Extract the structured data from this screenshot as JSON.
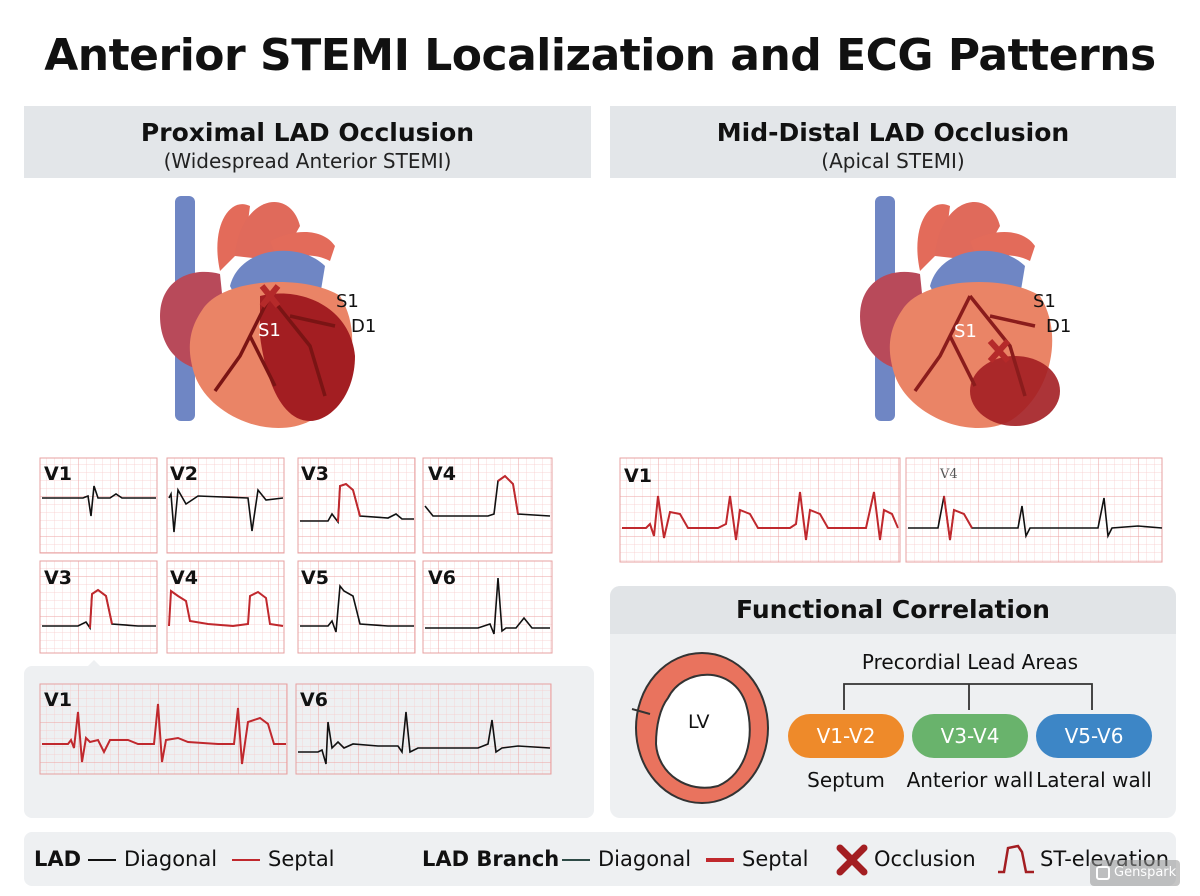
{
  "title": "Anterior STEMI Localization and ECG Patterns",
  "left_panel": {
    "heading": "Proximal LAD Occlusion",
    "subheading": "(Widespread Anterior STEMI)",
    "heart_labels": {
      "s1_outer": "S1",
      "d1": "D1",
      "s1_inner": "S1"
    },
    "ecg_row1": [
      "V1",
      "V2",
      "V3",
      "V4"
    ],
    "ecg_row2": [
      "V3",
      "V4",
      "V5",
      "V6"
    ],
    "ecg_row3": [
      "V1",
      "V6"
    ]
  },
  "right_panel": {
    "heading": "Mid-Distal LAD Occlusion",
    "subheading": "(Apical STEMI)",
    "heart_labels": {
      "s1_outer": "S1",
      "d1": "D1",
      "s1_inner": "S1"
    },
    "ecg_strip": [
      "V1",
      "V4"
    ]
  },
  "functional": {
    "heading": "Functional Correlation",
    "lv_label": "LV",
    "tree_title": "Precordial Lead Areas",
    "pills": [
      {
        "label": "V1-V2",
        "caption": "Septum",
        "color": "#ee8a2a"
      },
      {
        "label": "V3-V4",
        "caption": "Anterior wall",
        "color": "#69b36c"
      },
      {
        "label": "V5-V6",
        "caption": "Lateral wall",
        "color": "#3d86c6"
      }
    ]
  },
  "legend": {
    "lad": "LAD",
    "lad_diagonal": "Diagonal",
    "lad_septal": "Septal",
    "branch": "LAD Branch",
    "branch_diagonal": "Diagonal",
    "branch_septal": "Septal",
    "occlusion": "Occlusion",
    "st": "ST-elevation"
  },
  "watermark": "Genspark",
  "colors": {
    "ecg_red": "#c0282d",
    "grid": "#f2b8b8",
    "heart_red": "#b52a2a",
    "vessel_blue": "#6f86c4"
  }
}
